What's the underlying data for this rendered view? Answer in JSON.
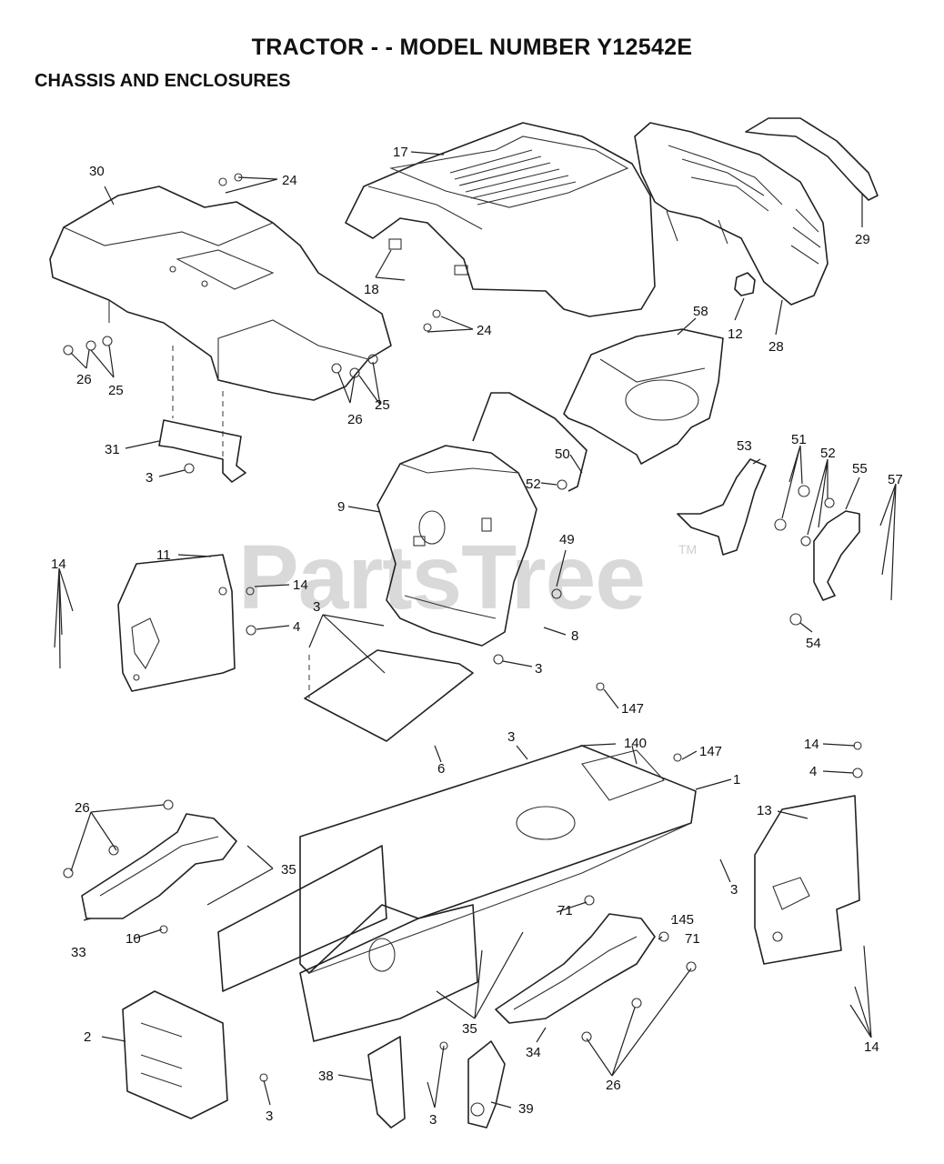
{
  "title": "TRACTOR - - MODEL NUMBER Y12542E",
  "subtitle": "CHASSIS AND ENCLOSURES",
  "watermark": "PartsTree",
  "trademark": "TM",
  "callouts": {
    "c30": "30",
    "c24a": "24",
    "c17": "17",
    "c29": "29",
    "c18": "18",
    "c24b": "24",
    "c58": "58",
    "c12": "12",
    "c28": "28",
    "c26a": "26",
    "c25a": "25",
    "c26b": "26",
    "c25b": "25",
    "c31": "31",
    "c3a": "3",
    "c9": "9",
    "c50": "50",
    "c52a": "52",
    "c53": "53",
    "c51": "51",
    "c52b": "52",
    "c55": "55",
    "c57": "57",
    "c11": "11",
    "c14a": "14",
    "c14b": "14",
    "c4a": "4",
    "c3b": "3",
    "c49": "49",
    "c8": "8",
    "c3c": "3",
    "c54": "54",
    "c6": "6",
    "c147a": "147",
    "c3d": "3",
    "c140": "140",
    "c147b": "147",
    "c1": "1",
    "c14c": "14",
    "c4b": "4",
    "c13": "13",
    "c26c": "26",
    "c35a": "35",
    "c33": "33",
    "c10": "10",
    "c3e": "3",
    "c71a": "71",
    "c145": "145",
    "c71b": "71",
    "c2": "2",
    "c35b": "35",
    "c34": "34",
    "c14d": "14",
    "c38": "38",
    "c3f": "3",
    "c39": "39",
    "c26d": "26",
    "c3g": "3"
  }
}
